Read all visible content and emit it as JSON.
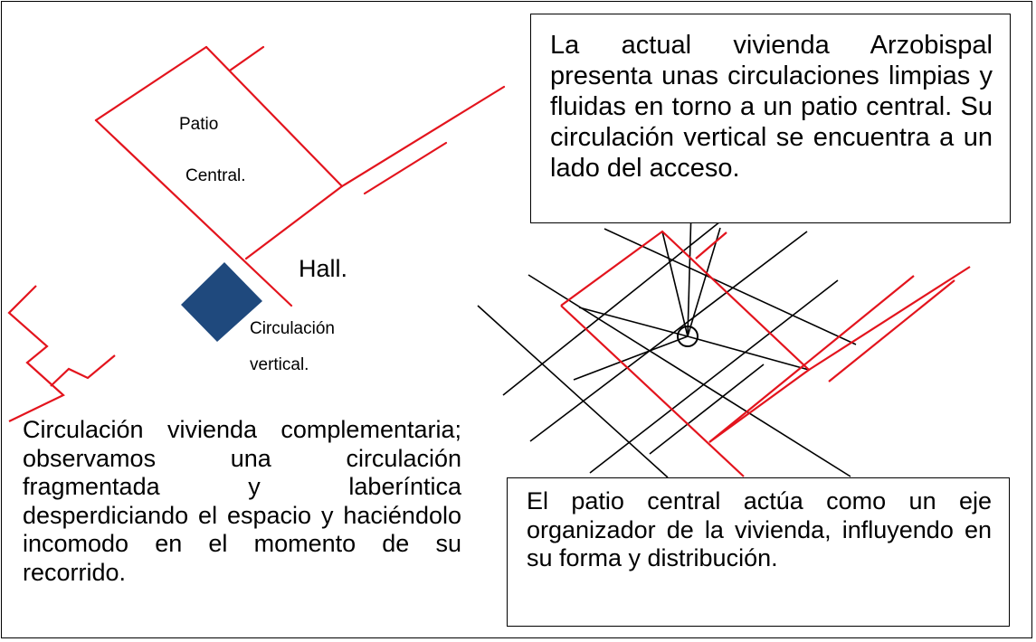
{
  "labels": {
    "patio": "Patio",
    "central": "Central.",
    "hall": "Hall.",
    "circulacion": "Circulación",
    "vertical": "vertical."
  },
  "text_top_right": "La actual vivienda Arzobispal presenta unas circulaciones limpias y fluidas en torno a un patio central. Su circulación vertical se encuentra a un lado del acceso.",
  "text_left": "Circulación vivienda complementaria; observamos una circulación fragmentada y laberíntica desperdiciando el espacio y haciéndolo incomodo en el momento de su recorrido.",
  "text_bottom_right": "El patio central actúa como un eje organizador de la vivienda, influyendo en su forma y distribución.",
  "colors": {
    "wall_red": "#e3141d",
    "axis_black": "#000000",
    "stair_blue": "#1f497d"
  }
}
